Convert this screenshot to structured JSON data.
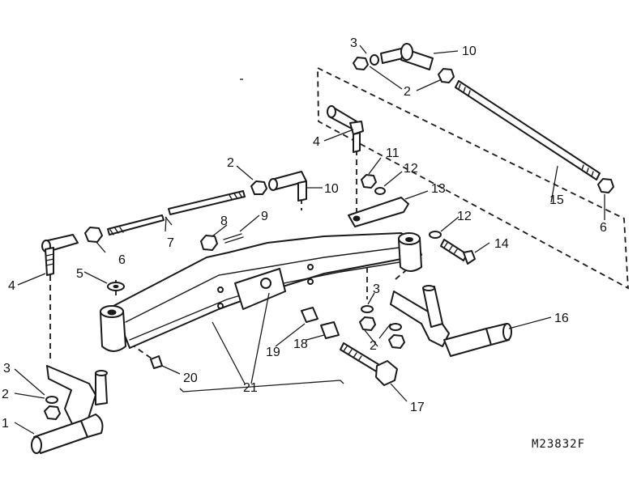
{
  "figure_id": "M23832F",
  "colors": {
    "ink": "#1a1a1a",
    "paper": "#ffffff"
  },
  "callouts": [
    "1",
    "2",
    "3",
    "4",
    "5",
    "6",
    "7",
    "8",
    "9",
    "10",
    "11",
    "12",
    "13",
    "14",
    "15",
    "16",
    "17",
    "18",
    "19",
    "20",
    "21"
  ],
  "labels": {
    "n1": "1",
    "n2_left": "2",
    "n2_top": "2",
    "n2_upper": "2",
    "n2_lower_right": "2",
    "n3_left": "3",
    "n3_top": "3",
    "n3_right": "3",
    "n4_left": "4",
    "n4_upper": "4",
    "n5": "5",
    "n6_left": "6",
    "n6_right": "6",
    "n7": "7",
    "n8": "8",
    "n9": "9",
    "n10_top": "10",
    "n10_mid": "10",
    "n11": "11",
    "n12_upper": "12",
    "n12_lower": "12",
    "n13": "13",
    "n14": "14",
    "n15": "15",
    "n16": "16",
    "n17": "17",
    "n18": "18",
    "n19": "19",
    "n20": "20",
    "n21": "21"
  }
}
